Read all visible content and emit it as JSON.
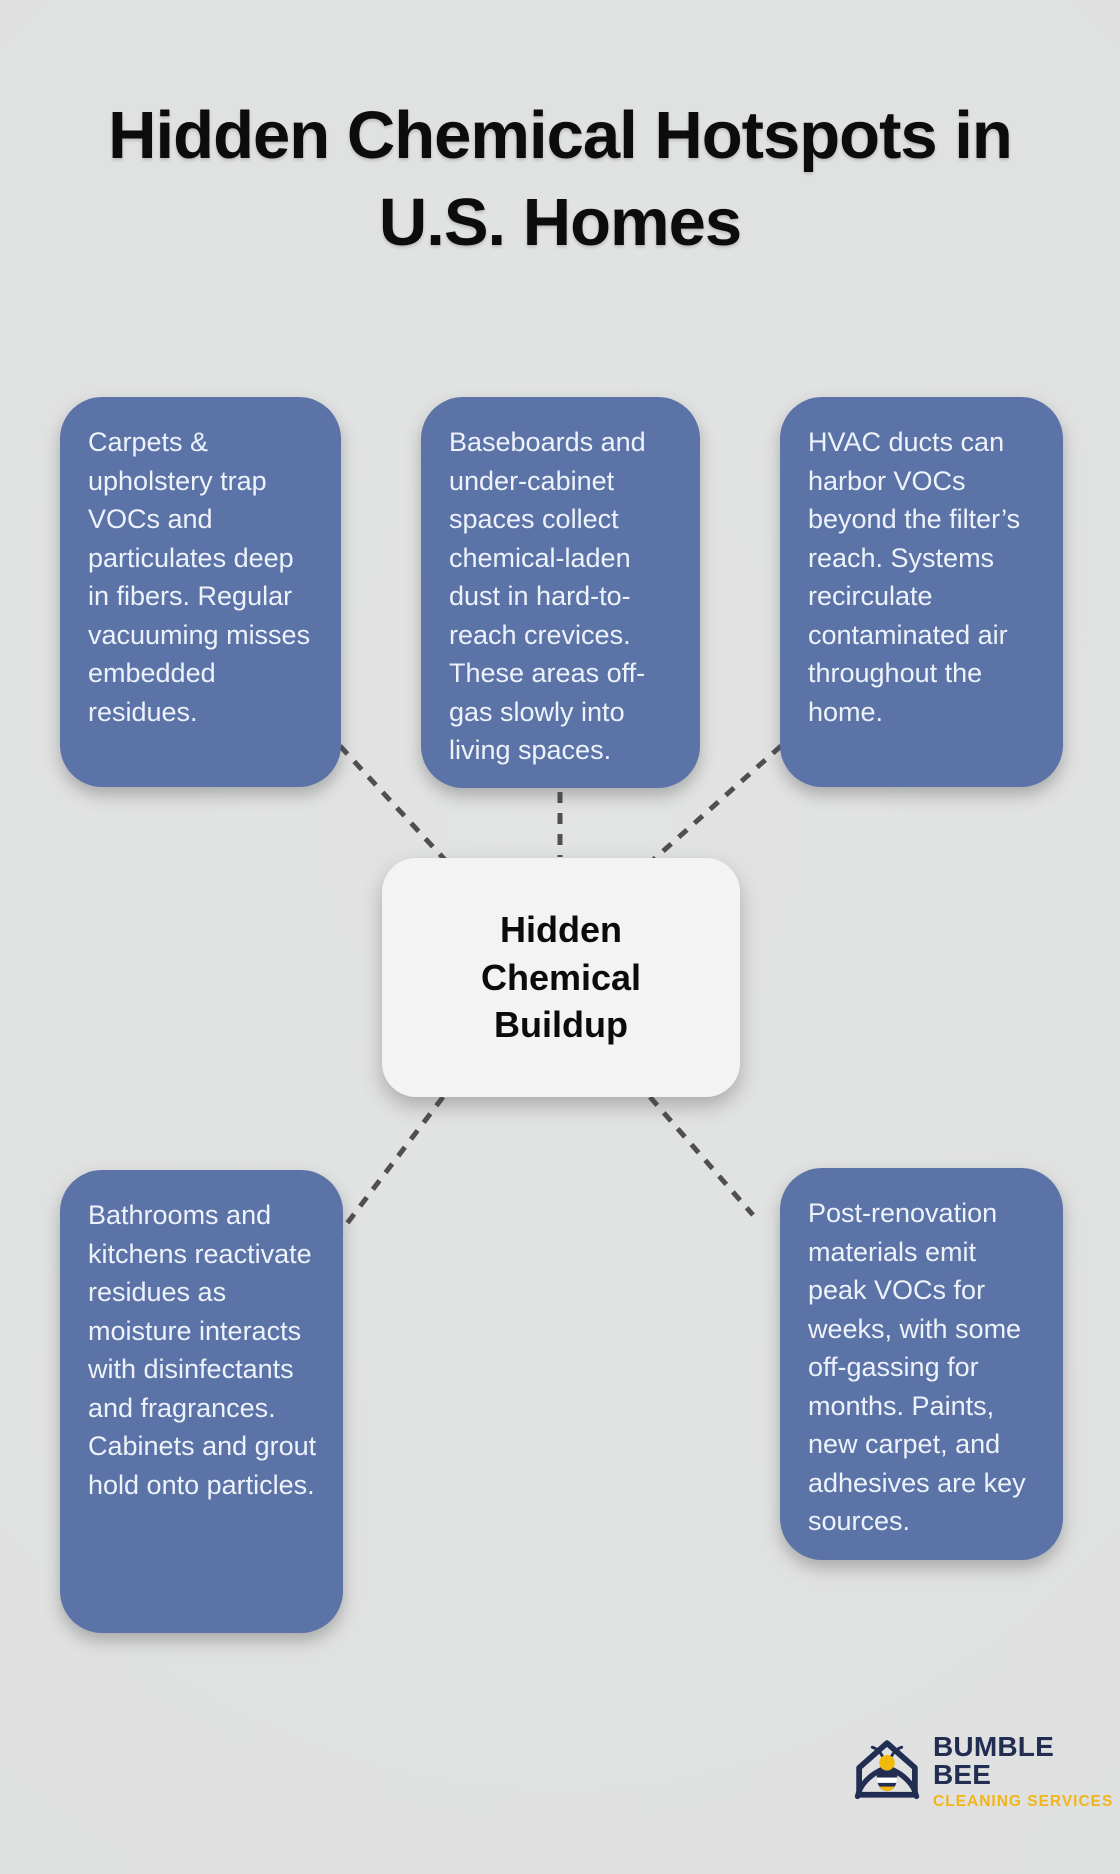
{
  "title": "Hidden Chemical Hotspots in U.S. Homes",
  "center": {
    "label": "Hidden Chemical Buildup"
  },
  "cards": [
    {
      "id": "carpets-upholstery",
      "text": "Carpets & upholstery trap VOCs and particulates deep in fibers. Regular vacuuming misses embedded residues."
    },
    {
      "id": "baseboards-cabinets",
      "text": "Baseboards and under-cabinet spaces collect chemical-laden dust in hard-to-reach crevices. These areas off-gas slowly into living spaces."
    },
    {
      "id": "hvac-ducts",
      "text": "HVAC ducts can harbor VOCs beyond the filter’s reach. Systems recirculate contaminated air throughout the home."
    },
    {
      "id": "bathrooms-kitchens",
      "text": "Bathrooms and kitchens reactivate residues as moisture interacts with disinfectants and fragrances. Cabinets and grout hold onto particles."
    },
    {
      "id": "post-renovation",
      "text": "Post-renovation materials emit peak VOCs for weeks, with some off-gassing for months. Paints, new carpet, and adhesives are key sources."
    }
  ],
  "logo": {
    "name": "BUMBLE BEE",
    "tagline": "CLEANING SERVICES"
  },
  "colors": {
    "background": "#E0E1E1",
    "card_blue": "#5B73A7",
    "card_text": "#EDF2FB",
    "center_bg": "#F2F3F2",
    "connector_gray": "#4F4F4F",
    "brand_navy": "#222D52",
    "brand_yellow": "#F2B519"
  }
}
